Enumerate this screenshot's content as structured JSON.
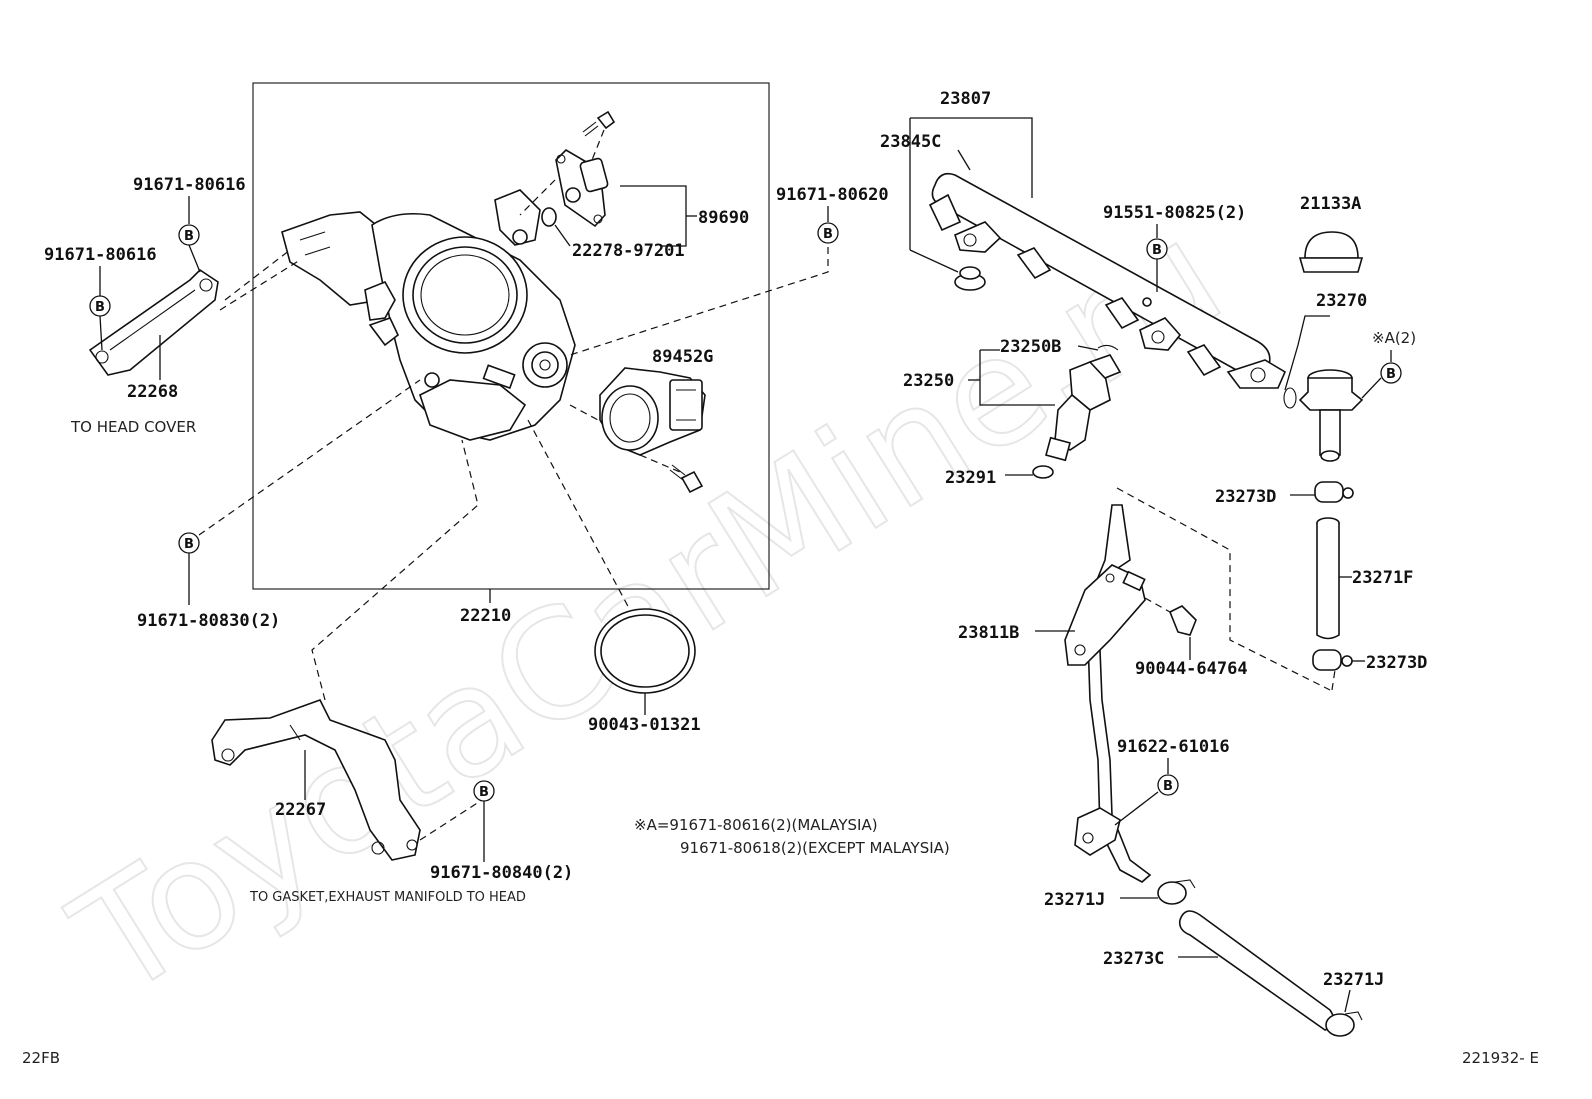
{
  "watermark": "ToyotaCarMine.ru",
  "footer": {
    "left_code": "22FB",
    "right_code": "221932- E"
  },
  "badge_letter": "B",
  "labels": {
    "p22210": "22210",
    "p89690": "89690",
    "p22278": "22278-97201",
    "p89452g": "89452G",
    "p90043": "90043-01321",
    "p22268": "22268",
    "p22267": "22267",
    "p91671_80616_a": "91671-80616",
    "p91671_80616_b": "91671-80616",
    "p91671_80620": "91671-80620",
    "p91671_80830": "91671-80830(2)",
    "p91671_80840": "91671-80840(2)",
    "p23807": "23807",
    "p23845c": "23845C",
    "p91551": "91551-80825(2)",
    "p21133a": "21133A",
    "p23270": "23270",
    "pA2": "※A(2)",
    "p23250b": "23250B",
    "p23250": "23250",
    "p23291": "23291",
    "p23273d_a": "23273D",
    "p23271f": "23271F",
    "p23273d_b": "23273D",
    "p23811b": "23811B",
    "p90044": "90044-64764",
    "p91622": "91622-61016",
    "p23271j_a": "23271J",
    "p23273c": "23273C",
    "p23271j_b": "23271J"
  },
  "notes": {
    "to_head_cover": "TO HEAD COVER",
    "to_gasket": "TO GASKET,EXHAUST MANIFOLD TO HEAD",
    "footnote_line1": "※A=91671-80616(2)(MALAYSIA)",
    "footnote_line2": "91671-80618(2)(EXCEPT MALAYSIA)"
  }
}
